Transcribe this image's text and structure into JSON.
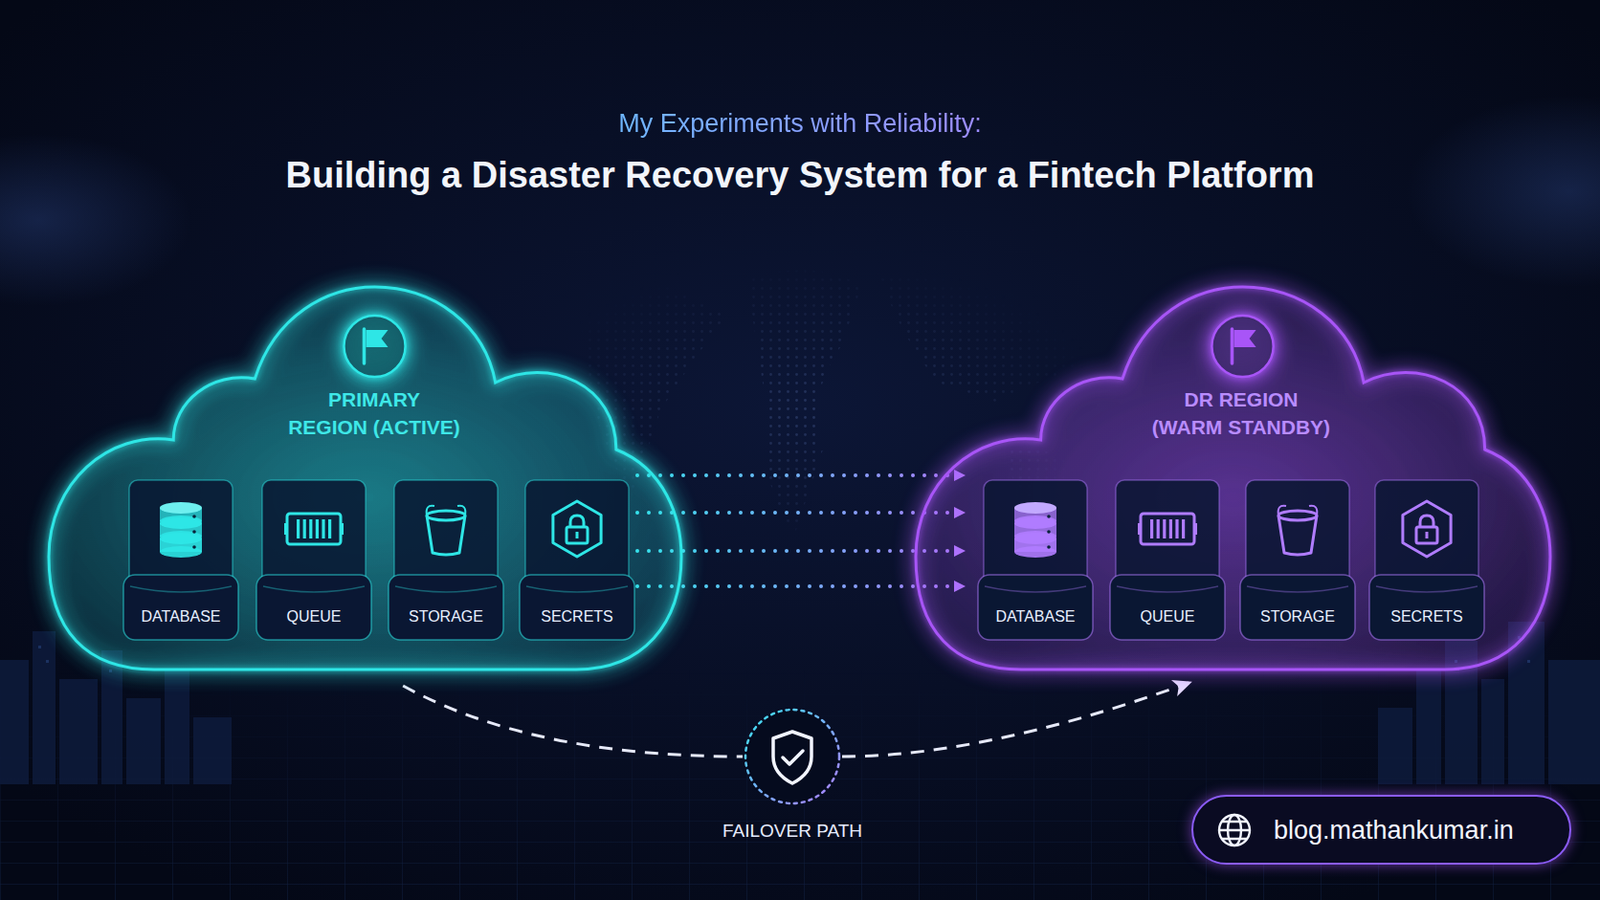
{
  "diagram": {
    "title": "Building a Disaster Recovery System for a Fintech Platform",
    "nodes": [
      {
        "text": [
          "PRIMARY REGION (ACTIVE)"
        ]
      },
      {
        "text": [
          "DATABASE"
        ],
        "in": 0
      },
      {
        "text": [
          "QUEUE"
        ],
        "in": 0
      },
      {
        "text": [
          "STORAGE"
        ],
        "in": 0
      },
      {
        "text": [
          "SECRETS"
        ],
        "in": 0
      },
      {
        "text": [
          "DR REGION (WARM STANDBY)"
        ]
      },
      {
        "text": [
          "DATABASE"
        ],
        "in": 5
      },
      {
        "text": [
          "QUEUE"
        ],
        "in": 5
      },
      {
        "text": [
          "STORAGE"
        ],
        "in": 5
      },
      {
        "text": [
          "SECRETS"
        ],
        "in": 5
      },
      {
        "text": [
          "FAILOVER PATH"
        ]
      },
      {
        "text": [
          "blog.mathankumar.in"
        ]
      }
    ],
    "edges": [
      {
        "from": 0,
        "to": 5,
        "arrow": "to"
      },
      {
        "from": 0,
        "to": 5,
        "arrow": "to"
      },
      {
        "from": 0,
        "to": 5,
        "arrow": "to"
      },
      {
        "from": 0,
        "to": 5,
        "arrow": "to"
      },
      {
        "from": 0,
        "to": 10,
        "arrow": "none"
      },
      {
        "from": 10,
        "to": 5,
        "arrow": "to"
      }
    ],
    "labels": [
      "My Experiments with Reliability:"
    ]
  }
}
